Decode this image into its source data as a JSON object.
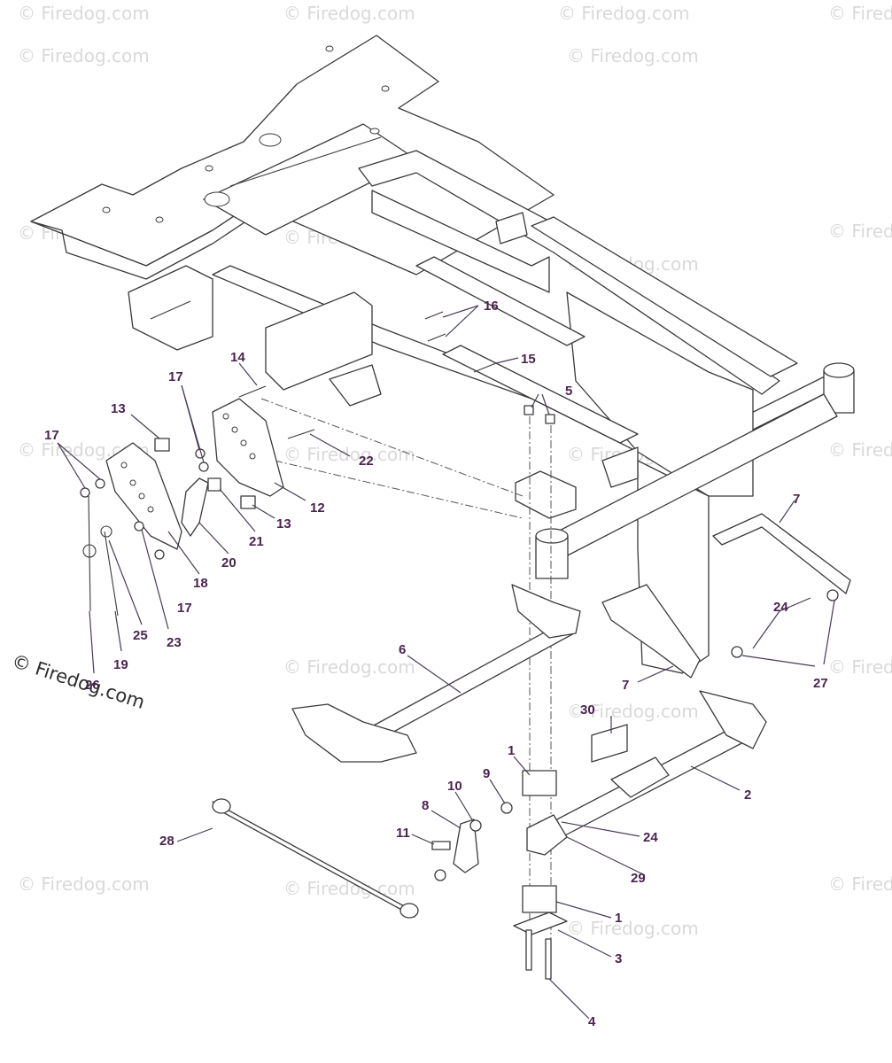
{
  "diagram": {
    "watermark": "© Firedog.com",
    "brand_mark": "© Firedog.com",
    "callouts": [
      {
        "id": "c16",
        "label": "16"
      },
      {
        "id": "c15",
        "label": "15"
      },
      {
        "id": "c14",
        "label": "14"
      },
      {
        "id": "c5",
        "label": "5"
      },
      {
        "id": "c17a",
        "label": "17"
      },
      {
        "id": "c13a",
        "label": "13"
      },
      {
        "id": "c17b",
        "label": "17"
      },
      {
        "id": "c22",
        "label": "22"
      },
      {
        "id": "c12",
        "label": "12"
      },
      {
        "id": "c13b",
        "label": "13"
      },
      {
        "id": "c21",
        "label": "21"
      },
      {
        "id": "c20",
        "label": "20"
      },
      {
        "id": "c18",
        "label": "18"
      },
      {
        "id": "c17c",
        "label": "17"
      },
      {
        "id": "c25",
        "label": "25"
      },
      {
        "id": "c23",
        "label": "23"
      },
      {
        "id": "c19",
        "label": "19"
      },
      {
        "id": "c26",
        "label": "26"
      },
      {
        "id": "c7a",
        "label": "7"
      },
      {
        "id": "c24a",
        "label": "24"
      },
      {
        "id": "c27",
        "label": "27"
      },
      {
        "id": "c7b",
        "label": "7"
      },
      {
        "id": "c6",
        "label": "6"
      },
      {
        "id": "c30",
        "label": "30"
      },
      {
        "id": "c2",
        "label": "2"
      },
      {
        "id": "c1a",
        "label": "1"
      },
      {
        "id": "c9",
        "label": "9"
      },
      {
        "id": "c10",
        "label": "10"
      },
      {
        "id": "c8",
        "label": "8"
      },
      {
        "id": "c11",
        "label": "11"
      },
      {
        "id": "c28",
        "label": "28"
      },
      {
        "id": "c24b",
        "label": "24"
      },
      {
        "id": "c29",
        "label": "29"
      },
      {
        "id": "c1b",
        "label": "1"
      },
      {
        "id": "c3",
        "label": "3"
      },
      {
        "id": "c4",
        "label": "4"
      }
    ]
  }
}
